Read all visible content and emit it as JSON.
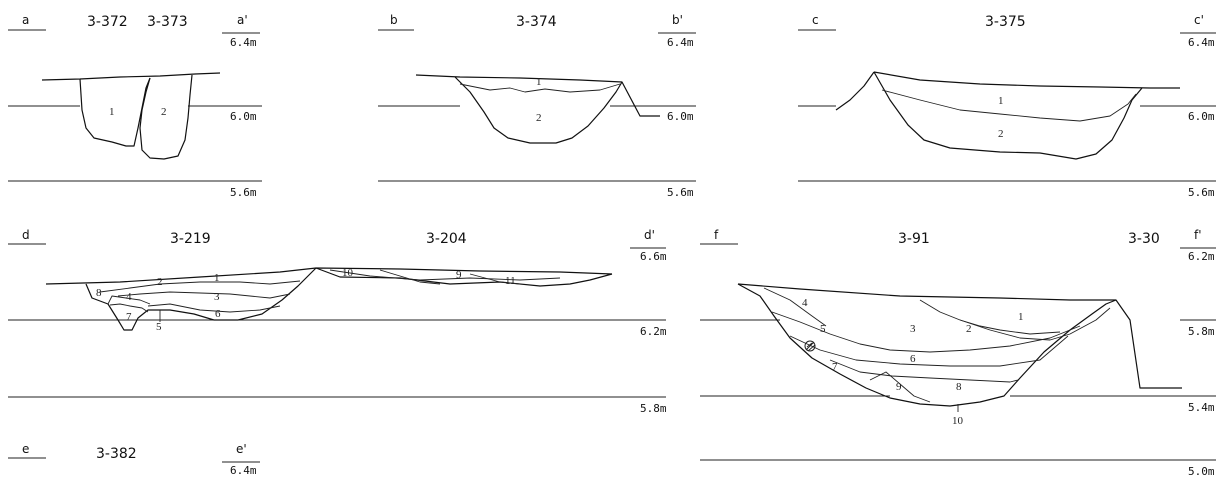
{
  "sections": {
    "a": {
      "left_label": "a",
      "right_label": "a'",
      "features": [
        "3-372",
        "3-373"
      ],
      "elevations": [
        "6.4m",
        "6.0m",
        "5.6m"
      ],
      "layers": [
        "1",
        "2"
      ]
    },
    "b": {
      "left_label": "b",
      "right_label": "b'",
      "features": [
        "3-374"
      ],
      "elevations": [
        "6.4m",
        "6.0m",
        "5.6m"
      ],
      "layers": [
        "1",
        "2"
      ]
    },
    "c": {
      "left_label": "c",
      "right_label": "c'",
      "features": [
        "3-375"
      ],
      "elevations": [
        "6.4m",
        "6.0m",
        "5.6m"
      ],
      "layers": [
        "1",
        "2"
      ]
    },
    "d": {
      "left_label": "d",
      "right_label": "d'",
      "features": [
        "3-219",
        "3-204"
      ],
      "elevations": [
        "6.6m",
        "6.2m",
        "5.8m"
      ],
      "layers": [
        "1",
        "2",
        "3",
        "4",
        "5",
        "6",
        "7",
        "8",
        "9",
        "10",
        "11"
      ]
    },
    "e": {
      "left_label": "e",
      "right_label": "e'",
      "features": [
        "3-382"
      ],
      "elevations": [
        "6.4m"
      ]
    },
    "f": {
      "left_label": "f",
      "right_label": "f'",
      "features": [
        "3-91",
        "3-30"
      ],
      "elevations": [
        "6.2m",
        "5.8m",
        "5.4m",
        "5.0m"
      ],
      "layers": [
        "1",
        "2",
        "3",
        "4",
        "5",
        "6",
        "7",
        "8",
        "9",
        "10"
      ]
    }
  }
}
